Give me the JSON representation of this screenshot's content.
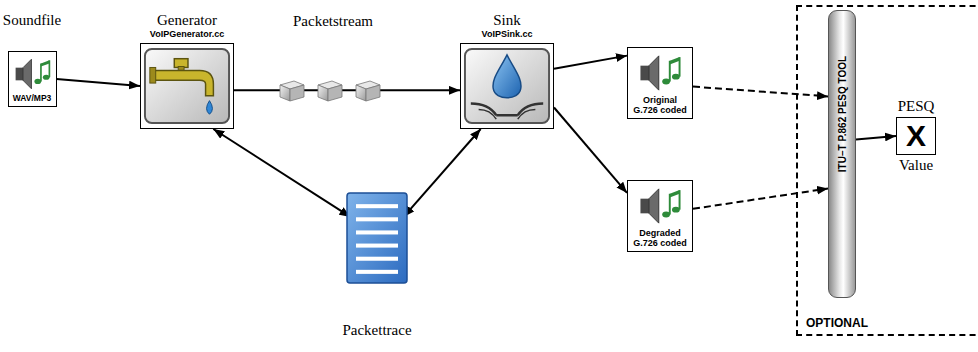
{
  "diagram": {
    "nodes": [
      {
        "text": [
          "Soundfile",
          "WAV/MP3"
        ]
      },
      {
        "text": [
          "Generator",
          "VoIPGenerator.cc"
        ]
      },
      {
        "text": [
          "Sink",
          "VoIPSink.cc"
        ]
      },
      {
        "text": [
          "Original G.726 coded"
        ]
      },
      {
        "text": [
          "Degraded G.726 coded"
        ]
      },
      {
        "text": [
          "OPTIONAL"
        ]
      },
      {
        "text": [
          "ITU–T P.862 PESQ TOOL"
        ],
        "in": 5
      },
      {
        "text": [
          "PESQ",
          "X",
          "Value"
        ],
        "in": 5
      },
      {
        "text": [
          "Packettrace"
        ]
      }
    ],
    "edges": [
      {
        "from": 0,
        "to": 1,
        "arrow": "to"
      },
      {
        "from": 1,
        "to": 2,
        "arrow": "to",
        "label": "Packetstream"
      },
      {
        "from": 2,
        "to": 3,
        "arrow": "to"
      },
      {
        "from": 2,
        "to": 4,
        "arrow": "to"
      },
      {
        "from": 3,
        "to": 6,
        "arrow": "to"
      },
      {
        "from": 4,
        "to": 6,
        "arrow": "to"
      },
      {
        "from": 6,
        "to": 7,
        "arrow": "to"
      },
      {
        "from": 1,
        "to": 8,
        "arrow": "both"
      },
      {
        "from": 2,
        "to": 8,
        "arrow": "both"
      }
    ]
  }
}
